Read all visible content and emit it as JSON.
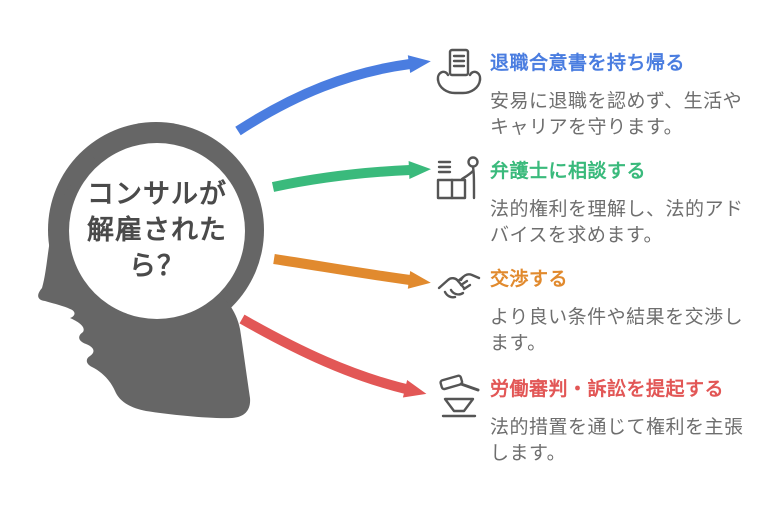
{
  "head": {
    "question": "コンサルが解雇されたら？",
    "lines": [
      "コンサルが",
      "解雇された",
      "ら？"
    ],
    "fill_color": "#666666",
    "text_color": "#4a4a4a"
  },
  "items": [
    {
      "title": "退職合意書を持ち帰る",
      "description": "安易に退職を認めず、生活やキャリアを守ります。",
      "color": "#4a7de0",
      "icon": "contract-in-hands-icon"
    },
    {
      "title": "弁護士に相談する",
      "description": "法的権利を理解し、法的アドバイスを求めます。",
      "color": "#3aba7c",
      "icon": "lawyer-desk-icon"
    },
    {
      "title": "交渉する",
      "description": "より良い条件や結果を交渉します。",
      "color": "#e18a2e",
      "icon": "handshake-icon"
    },
    {
      "title": "労働審判・訴訟を提起する",
      "description": "法的措置を通じて権利を主張します。",
      "color": "#e25756",
      "icon": "gavel-icon"
    }
  ],
  "styles": {
    "description_color": "#6e6e6e",
    "icon_color": "#555555",
    "background": "#ffffff"
  }
}
